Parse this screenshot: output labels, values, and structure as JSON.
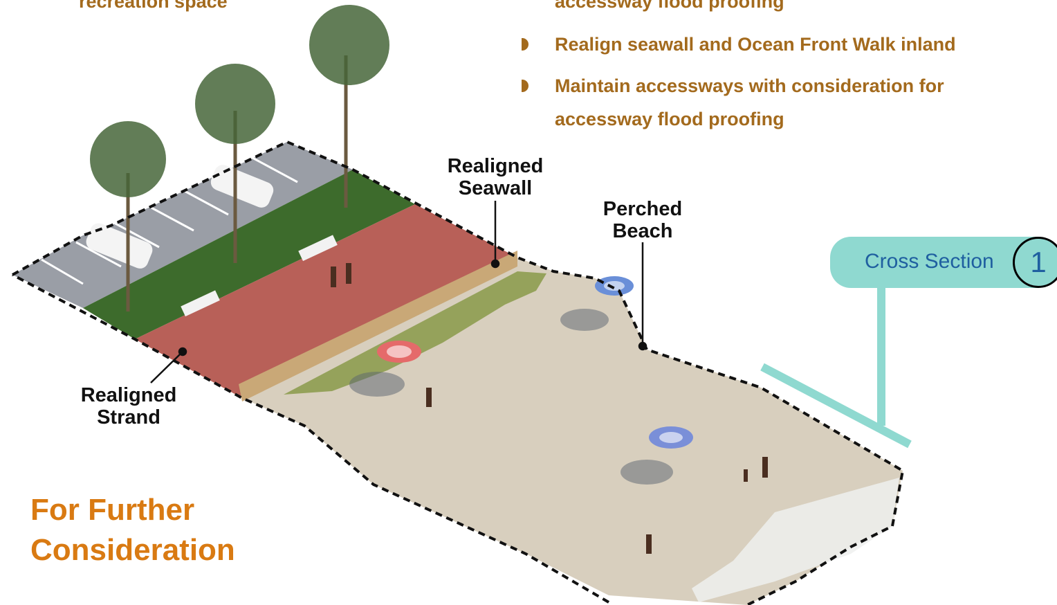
{
  "top_left_text": "recreation space",
  "top_right_text": "accessway flood proofing",
  "bullets": [
    "Realign seawall and Ocean Front Walk inland",
    "Maintain accessways with consideration for accessway flood proofing"
  ],
  "labels": {
    "realigned_seawall_line1": "Realigned",
    "realigned_seawall_line2": "Seawall",
    "perched_beach_line1": "Perched",
    "perched_beach_line2": "Beach",
    "realigned_strand_line1": "Realigned",
    "realigned_strand_line2": "Strand"
  },
  "heading": {
    "line1": "For Further",
    "line2": "Consideration"
  },
  "callout": {
    "label": "Cross Section",
    "number": "1"
  },
  "colors": {
    "text_brown": "#a36a1d",
    "heading_orange": "#d97a12",
    "callout_teal": "#8fd9d0",
    "callout_text_blue": "#1f5fa0",
    "strand_red": "#b86058",
    "grass_green": "#3d6b2c",
    "parking_gray": "#9a9ea6",
    "sand": "#d8cfbe",
    "seawall": "#c9a877"
  }
}
